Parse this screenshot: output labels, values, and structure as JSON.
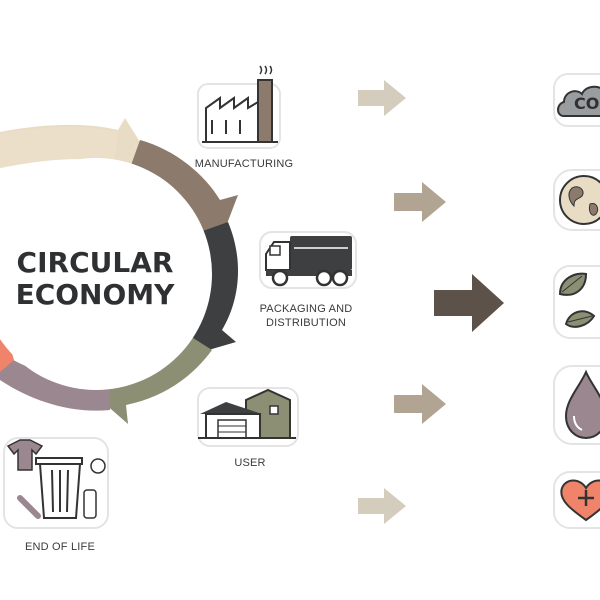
{
  "diagram": {
    "title_line1": "CIRCULAR",
    "title_line2": "ECONOMY",
    "stages": [
      {
        "label": "MANUFACTURING",
        "icon": "factory-icon"
      },
      {
        "label": "PACKAGING AND",
        "label2": "DISTRIBUTION",
        "icon": "truck-icon"
      },
      {
        "label": "USER",
        "icon": "house-icon"
      },
      {
        "label": "END OF LIFE",
        "icon": "waste-bin-icon"
      }
    ],
    "benefits": [
      {
        "icon": "co2-cloud-icon",
        "text": "CO"
      },
      {
        "icon": "earth-icon"
      },
      {
        "icon": "leaves-icon"
      },
      {
        "icon": "water-drop-icon"
      },
      {
        "icon": "heart-plus-icon"
      }
    ],
    "colors": {
      "beige": "#e9dcc4",
      "brown": "#8c7b6c",
      "charcoal": "#3d3f41",
      "olive": "#8c8f74",
      "mauve": "#9a8790",
      "coral": "#f0846a",
      "arrow_light": "#d4cdbd",
      "arrow_mid": "#b1a493",
      "arrow_dark": "#5c524a"
    }
  }
}
